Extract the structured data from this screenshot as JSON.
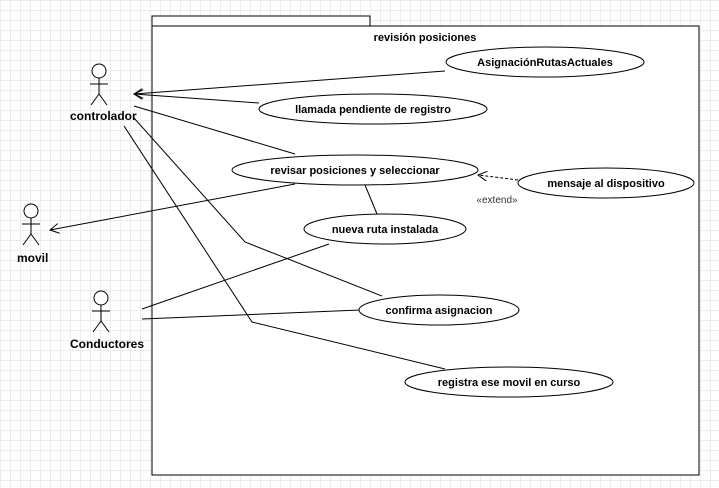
{
  "system": {
    "title": "revisión posiciones"
  },
  "actors": {
    "controlador": "controlador",
    "movil": "movil",
    "conductores": "Conductores"
  },
  "use_cases": {
    "asignacion": "AsignaciónRutasActuales",
    "llamada": "llamada pendiente de registro",
    "revisar": "revisar posiciones y seleccionar",
    "mensaje": "mensaje al dispositivo",
    "nueva_ruta": "nueva ruta instalada",
    "confirma": "confirma asignacion",
    "registra": "registra ese movil en curso"
  },
  "relations": {
    "extend_label": "«extend»"
  }
}
